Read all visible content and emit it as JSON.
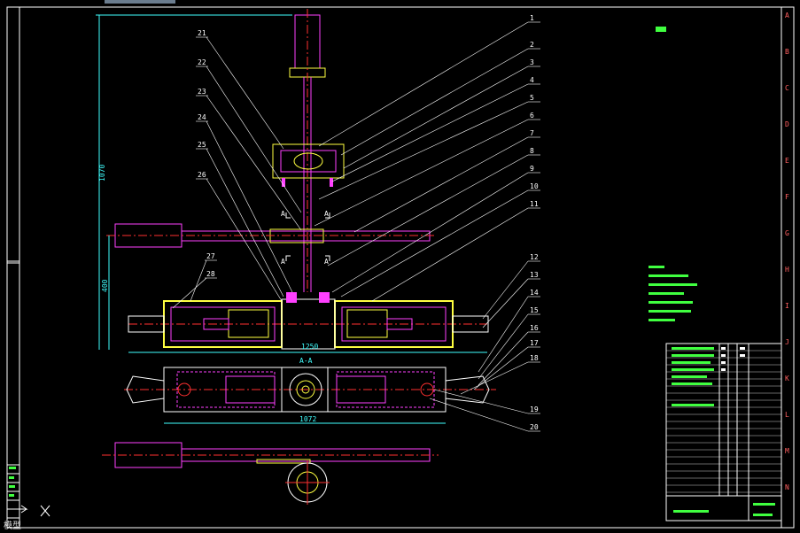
{
  "drawing": {
    "balloons_top_left": [
      "21",
      "22",
      "23",
      "24",
      "25",
      "26"
    ],
    "balloons_right": [
      "1",
      "2",
      "3",
      "4",
      "5",
      "6",
      "7",
      "8",
      "9",
      "10",
      "11"
    ],
    "balloons_lower_right": [
      "12",
      "13",
      "14",
      "15",
      "16",
      "17",
      "18"
    ],
    "balloons_bottom_right": [
      "19",
      "20"
    ],
    "balloons_mid_left": [
      "27",
      "28"
    ],
    "dimensions": {
      "overall_width": "1250",
      "bottom_width": "1072",
      "vertical_total": "1070",
      "vertical_lower": "400"
    },
    "grid_letters_right": [
      "A",
      "B",
      "C",
      "D",
      "E",
      "F",
      "G",
      "H",
      "I",
      "J",
      "K",
      "L",
      "M",
      "N"
    ],
    "section_mark": "A",
    "section_label": "A-A"
  },
  "colors": {
    "background": "#000000",
    "frame": "#ffffff",
    "magenta": "#ff40ff",
    "yellow": "#ffff40",
    "cyan": "#40ffff",
    "red": "#ff3030",
    "green": "#40ff40"
  },
  "command_line": "模型"
}
